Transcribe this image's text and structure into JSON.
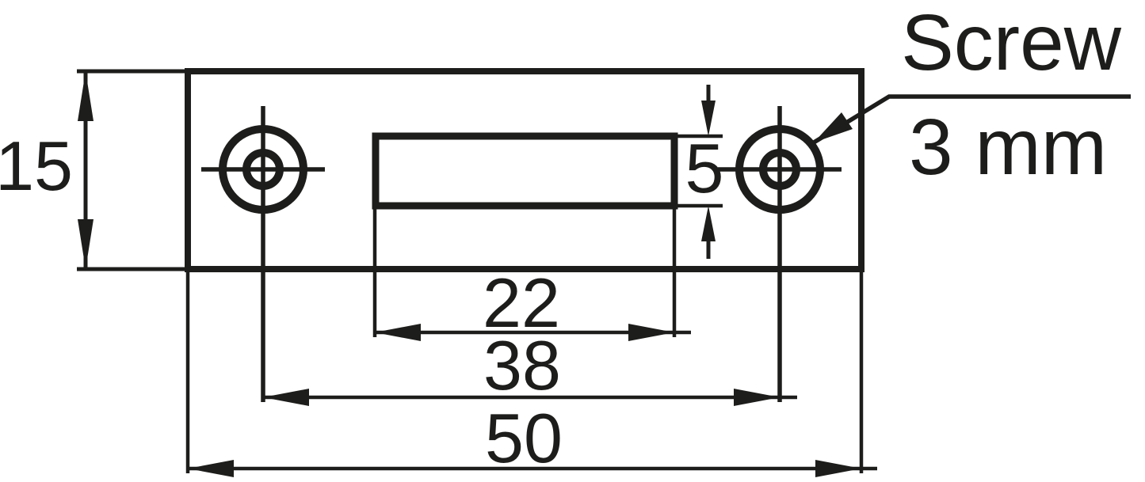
{
  "drawing": {
    "ink_color": "#1d1d1b",
    "background_color": "#ffffff",
    "dimension_labels": {
      "plate_height_mm": "15",
      "slot_height_mm": "5",
      "slot_width_mm": "22",
      "hole_spacing_mm": "38",
      "plate_width_mm": "50"
    },
    "callout": {
      "line1": "Screw",
      "line2": "3 mm"
    }
  }
}
